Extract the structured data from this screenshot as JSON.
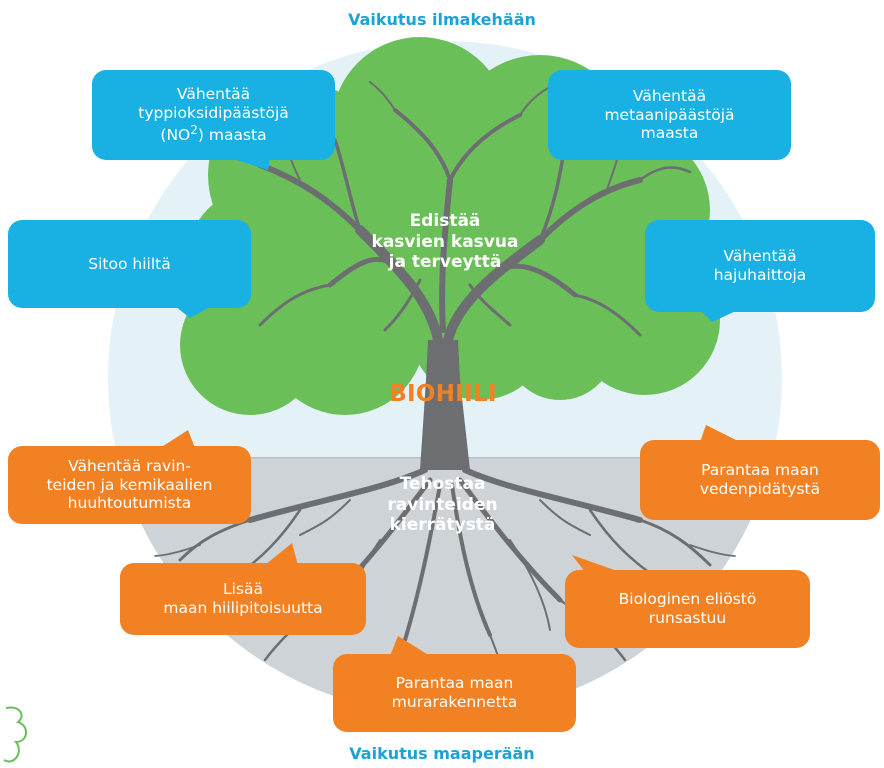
{
  "heading_top": "Vaikutus ilmakehään",
  "heading_bottom": "Vaikutus maaperään",
  "center_title": "BIOHIILI",
  "canopy_text": [
    "Edistää",
    "kasvien kasvua",
    "ja terveyttä"
  ],
  "root_text": [
    "Tehostaa",
    "ravinteiden",
    "kierrätystä"
  ],
  "atmosphere_bubbles": {
    "n2o": {
      "line1": "Vähentää",
      "line2": "typpioksidipäästöjä",
      "line3_pre": "(NO",
      "line3_sup": "2",
      "line3_post": ") maasta"
    },
    "methane": [
      "Vähentää",
      "metaanipäästöjä",
      "maasta"
    ],
    "carbon": [
      "Sitoo hiiltä"
    ],
    "odor": [
      "Vähentää",
      "hajuhaittoja"
    ]
  },
  "soil_bubbles": {
    "leaching": [
      "Vähentää ravin-",
      "teiden ja kemikaalien",
      "huuhtoutumista"
    ],
    "water": [
      "Parantaa maan",
      "vedenpidätystä"
    ],
    "carbon_content": [
      "Lisää",
      "maan hiilipitoisuutta"
    ],
    "biology": [
      "Biologinen eliöstö",
      "runsastuu"
    ],
    "structure": [
      "Parantaa maan",
      "murarakennetta"
    ]
  },
  "colors": {
    "atmosphere": "#19b1e3",
    "soil": "#f28123",
    "canopy": "#6bbf59",
    "trunk": "#6d6e71",
    "circle_top": "#e4f2f8",
    "circle_bottom": "#cdd3d7",
    "heading": "#1ba3d6"
  }
}
